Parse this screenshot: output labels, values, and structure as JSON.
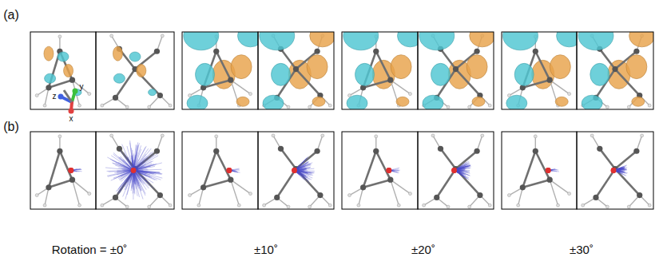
{
  "diagram": {
    "labels": [
      "(a)",
      "(b)",
      "y",
      "z",
      "x",
      "Rotation = ±0˚",
      "±10˚",
      "±20˚",
      "±30˚"
    ]
  }
}
